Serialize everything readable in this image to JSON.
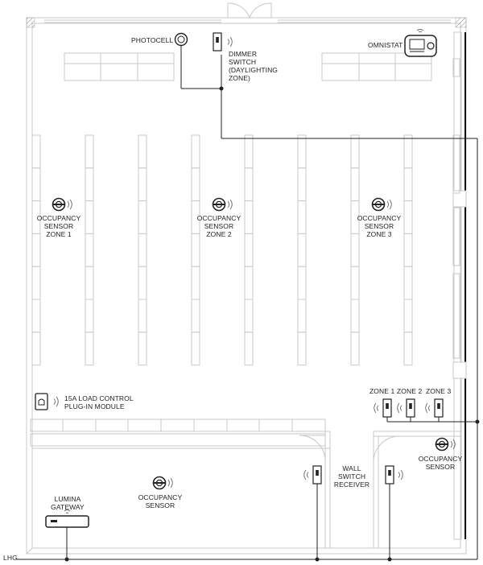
{
  "labels": {
    "photocell": "PHOTOCELL",
    "dimmer": [
      "DIMMER",
      "SWITCH",
      "(DAYLIGHTING",
      "ZONE)"
    ],
    "omnistat": "OMNISTAT",
    "occ_zone1": [
      "OCCUPANCY",
      "SENSOR",
      "ZONE 1"
    ],
    "occ_zone2": [
      "OCCUPANCY",
      "SENSOR",
      "ZONE 2"
    ],
    "occ_zone3": [
      "OCCUPANCY",
      "SENSOR",
      "ZONE 3"
    ],
    "load_control": [
      "15A LOAD CONTROL",
      "PLUG-IN MODULE"
    ],
    "zone1": "ZONE 1",
    "zone2": "ZONE 2",
    "zone3": "ZONE 3",
    "occ_right": [
      "OCCUPANCY",
      "SENSOR"
    ],
    "wall_switch_receiver": [
      "WALL",
      "SWITCH",
      "RECEIVER"
    ],
    "occ_bottom": [
      "OCCUPANCY",
      "SENSOR"
    ],
    "lumina_gateway": [
      "LUMINA",
      "GATEWAY"
    ],
    "lhg": "LHG"
  },
  "colors": {
    "wire": "#222222",
    "wall": "#c8c8c8",
    "fixture": "#bdbdbd",
    "device": "#222222"
  },
  "icons": [
    "photocell-icon",
    "dimmer-switch-icon",
    "omnistat-thermostat-icon",
    "occupancy-sensor-icon",
    "plug-in-module-icon",
    "wall-switch-icon",
    "gateway-icon",
    "wireless-signal-icon"
  ]
}
